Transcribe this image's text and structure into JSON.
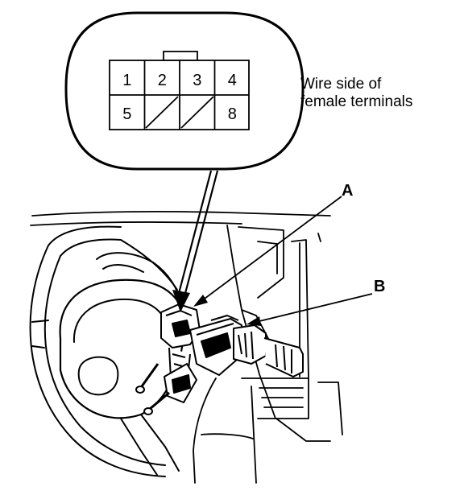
{
  "connector": {
    "pins_top": [
      "1",
      "2",
      "3",
      "4"
    ],
    "pins_bottom": [
      "5",
      "",
      "",
      "8"
    ],
    "blank_cavities": [
      1,
      2
    ]
  },
  "caption": {
    "line1": "Wire side of",
    "line2": "female terminals"
  },
  "callouts": {
    "a": "A",
    "b": "B"
  }
}
